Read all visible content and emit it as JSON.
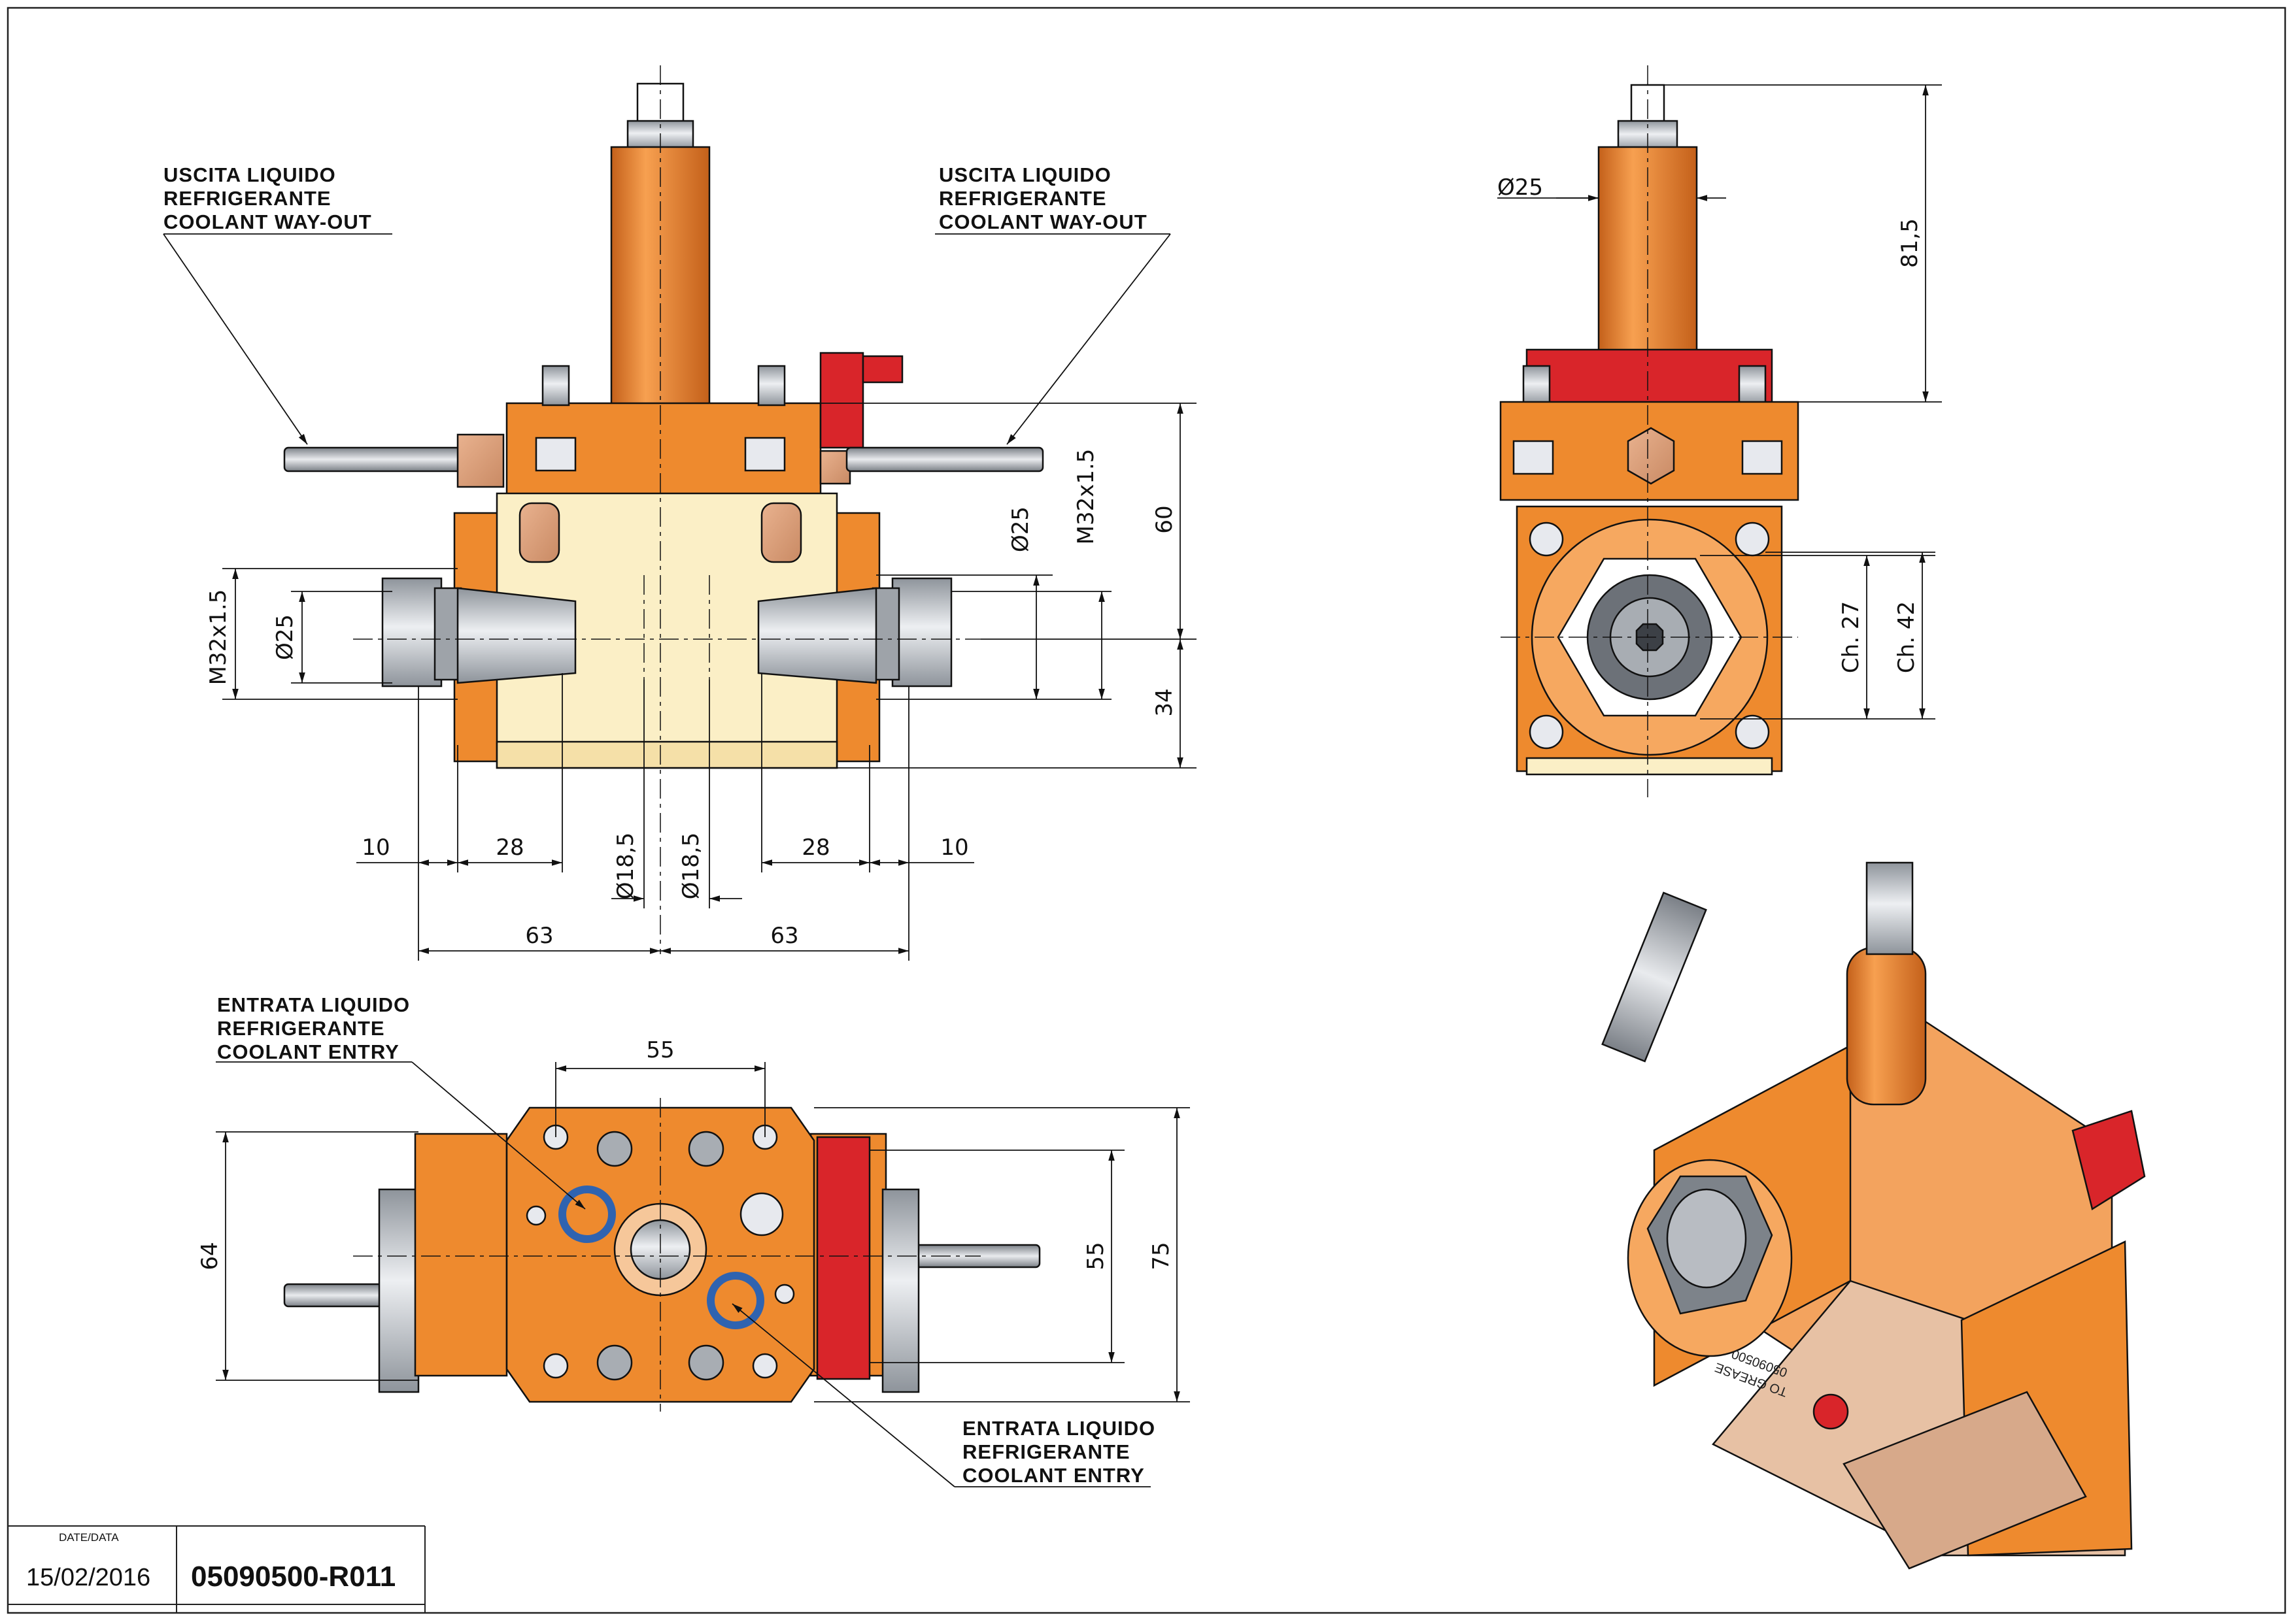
{
  "notes": {
    "outlet_left": [
      "USCITA LIQUIDO",
      "REFRIGERANTE",
      "COOLANT WAY-OUT"
    ],
    "outlet_right": [
      "USCITA LIQUIDO",
      "REFRIGERANTE",
      "COOLANT WAY-OUT"
    ],
    "entry_top": [
      "ENTRATA LIQUIDO",
      "REFRIGERANTE",
      "COOLANT ENTRY"
    ],
    "entry_bottom": [
      "ENTRATA LIQUIDO",
      "REFRIGERANTE",
      "COOLANT ENTRY"
    ]
  },
  "dimensions": {
    "front": {
      "m32_left": "M32x1.5",
      "d25_left": "Ø25",
      "d25_right": "Ø25",
      "m32_right": "M32x1.5",
      "h60": "60",
      "h34": "34",
      "w10_left": "10",
      "w28_left": "28",
      "d18_left": "Ø18,5",
      "d18_right": "Ø18,5",
      "w28_right": "28",
      "w10_right": "10",
      "w63_left": "63",
      "w63_right": "63"
    },
    "side": {
      "d25": "Ø25",
      "h81": "81,5",
      "ch27": "Ch. 27",
      "ch42": "Ch. 42"
    },
    "top": {
      "w55": "55",
      "h64": "64",
      "h55": "55",
      "h75": "75"
    }
  },
  "engraving": {
    "line1": "TO GREASE",
    "line2": "05090500"
  },
  "title_block": {
    "date_label": "DATE/DATA",
    "date": "15/02/2016",
    "code": "05090500-R011"
  },
  "colors": {
    "orange": "#EE8A2E",
    "orange_dark": "#C4601A",
    "cream": "#FBEFC6",
    "red": "#D9252A",
    "steel": "#B8BCC2",
    "ring": "#2F63B0",
    "copper": "#E2A27E",
    "line": "#111111"
  }
}
